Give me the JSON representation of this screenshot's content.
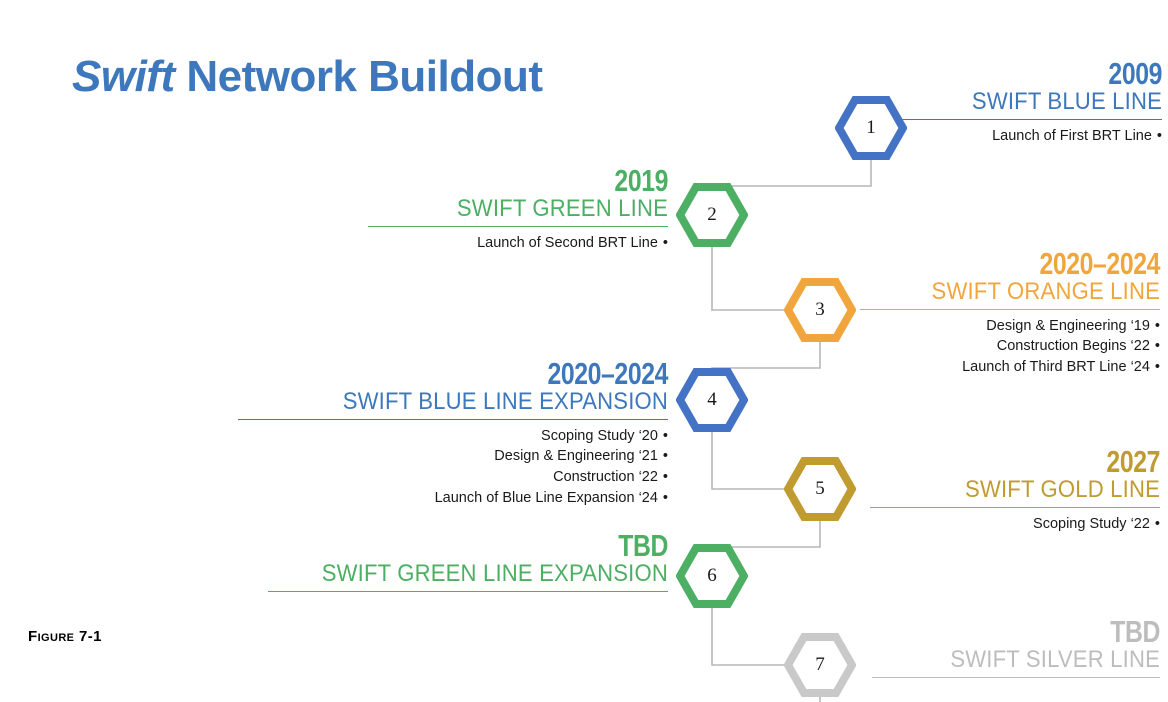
{
  "page": {
    "title_em": "Swift",
    "title_rest": " Network Buildout",
    "figure_caption": "Figure 7-1",
    "title_color": "#3D77BC",
    "connector_color": "#B7B7B7",
    "bullet_glyph": "•"
  },
  "colors": {
    "blue": "#4472C4",
    "blue_text": "#3D77BC",
    "green": "#4CAF63",
    "green_text": "#4CAF63",
    "orange": "#F0A63C",
    "orange_text": "#F0A63C",
    "gold": "#BF9B30",
    "gold_text": "#BF9B30",
    "silver": "#C9C9C9",
    "silver_text": "#BDBDBD"
  },
  "milestones": [
    {
      "number": "1",
      "side": "right",
      "year": "2009",
      "line_name": "SWIFT BLUE LINE",
      "color": "#4472C4",
      "text_color": "#3D77BC",
      "bullets": [
        "Launch of First BRT Line"
      ]
    },
    {
      "number": "2",
      "side": "left",
      "year": "2019",
      "line_name": "SWIFT GREEN LINE",
      "color": "#4CAF63",
      "text_color": "#4CAF63",
      "bullets": [
        "Launch of Second BRT Line"
      ]
    },
    {
      "number": "3",
      "side": "right",
      "year": "2020–2024",
      "line_name": "SWIFT ORANGE LINE",
      "color": "#F0A63C",
      "text_color": "#F0A63C",
      "bullets": [
        "Design & Engineering ‘19",
        "Construction Begins ‘22",
        "Launch of Third BRT Line ‘24"
      ]
    },
    {
      "number": "4",
      "side": "left",
      "year": "2020–2024",
      "line_name": "SWIFT BLUE LINE EXPANSION",
      "color": "#4472C4",
      "text_color": "#3D77BC",
      "bullets": [
        "Scoping Study ‘20",
        "Design & Engineering ‘21",
        "Construction ‘22",
        "Launch of Blue Line Expansion ‘24"
      ]
    },
    {
      "number": "5",
      "side": "right",
      "year": "2027",
      "line_name": "SWIFT GOLD LINE",
      "color": "#BF9B30",
      "text_color": "#BF9B30",
      "bullets": [
        "Scoping Study ‘22"
      ]
    },
    {
      "number": "6",
      "side": "left",
      "year": "TBD",
      "line_name": "SWIFT GREEN LINE EXPANSION",
      "color": "#4CAF63",
      "text_color": "#4CAF63",
      "bullets": []
    },
    {
      "number": "7",
      "side": "right",
      "year": "TBD",
      "line_name": "SWIFT SILVER LINE",
      "color": "#C9C9C9",
      "text_color": "#BDBDBD",
      "bullets": []
    }
  ]
}
